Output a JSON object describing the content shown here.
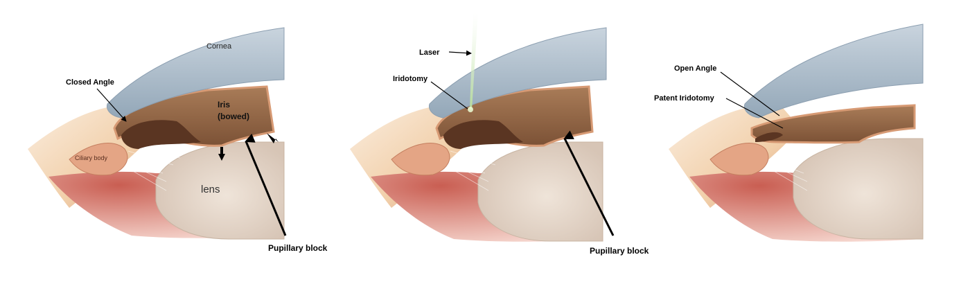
{
  "panels": [
    {
      "id": "closed",
      "labels": {
        "cornea": "Cornea",
        "closed_angle": "Closed Angle",
        "iris_line1": "Iris",
        "iris_line2": "(bowed)",
        "ciliary_body": "Ciliary body",
        "lens": "lens",
        "pupillary_block": "Pupillary block"
      }
    },
    {
      "id": "laser",
      "labels": {
        "laser": "Laser",
        "iridotomy": "Iridotomy",
        "pupillary_block": "Pupillary block"
      }
    },
    {
      "id": "open",
      "labels": {
        "open_angle": "Open Angle",
        "patent_iridotomy": "Patent Iridotomy"
      }
    }
  ],
  "colors": {
    "cornea": "#aebfcd",
    "sclera": "#f1cfa9",
    "lens": "#e2d4c7",
    "vitreous_red": "#d98279",
    "iris": "#9a6b49",
    "iris_dark": "#5a3522",
    "iris_edge": "#d79a74",
    "laser_beam": "#cfe8b0"
  }
}
